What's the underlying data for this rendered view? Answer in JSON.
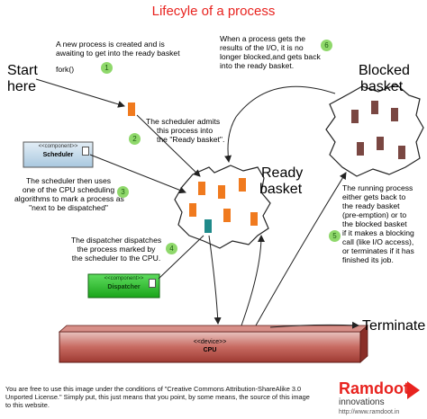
{
  "title": "Lifecyle of a process",
  "labels": {
    "start": "Start",
    "start2": "here",
    "fork": "fork()",
    "ready": "Ready",
    "ready2": "basket",
    "blocked": "Blocked",
    "blocked2": "basket",
    "terminate": "Terminate"
  },
  "steps": {
    "s1": {
      "num": "1",
      "text": [
        "A new process is created and is",
        "awaiting to get into the ready basket"
      ]
    },
    "s2": {
      "num": "2",
      "text": [
        "The scheduler admits",
        "this process into",
        "the \"Ready basket\"."
      ]
    },
    "s3": {
      "num": "3",
      "text": [
        "The scheduler then uses",
        "one of the CPU scheduling",
        "algorithms to mark a process as",
        "\"next to be dispatched\""
      ]
    },
    "s4": {
      "num": "4",
      "text": [
        "The dispatcher dispatches",
        "the process marked by",
        "the scheduler to the CPU."
      ]
    },
    "s5": {
      "num": "5",
      "text": [
        "The running process",
        "either gets back to",
        "the ready basket",
        "(pre-emption) or to",
        "the blocked basket",
        "if it makes a blocking",
        "call (like I/O access),",
        "or terminates if it has",
        "finished its job."
      ]
    },
    "s6": {
      "num": "6",
      "text": [
        "When a process gets the",
        "results of the I/O, it is no",
        "longer blocked,and gets back",
        "into the ready basket."
      ]
    }
  },
  "components": {
    "scheduler": {
      "stereo": "<<component>>",
      "name": "Scheduler"
    },
    "dispatcher": {
      "stereo": "<<component>>",
      "name": "Dispatcher"
    },
    "cpu": {
      "stereo": "<<device>>",
      "name": "CPU"
    }
  },
  "footer": [
    "You are free to use this image under the conditions of \"Creative Commons Attribution-ShareAlike 3.0",
    "Unported License.\" Simply put, this just means that you point, by some means, the source of this image",
    "to this website."
  ],
  "brand": {
    "name": "Ramdoot",
    "sub": "innovations",
    "url": "http://www.ramdoot.in"
  },
  "colors": {
    "title": "#e8231f",
    "process": "#f07a1e",
    "dispatched": "#1f8a8a",
    "blocked_process": "#7a4742",
    "step_badge": "#8fd86b",
    "scheduler_fill": "#c5dcec",
    "dispatcher_fill": "#2bbf2b",
    "cpu_fill": "#b5453c"
  }
}
